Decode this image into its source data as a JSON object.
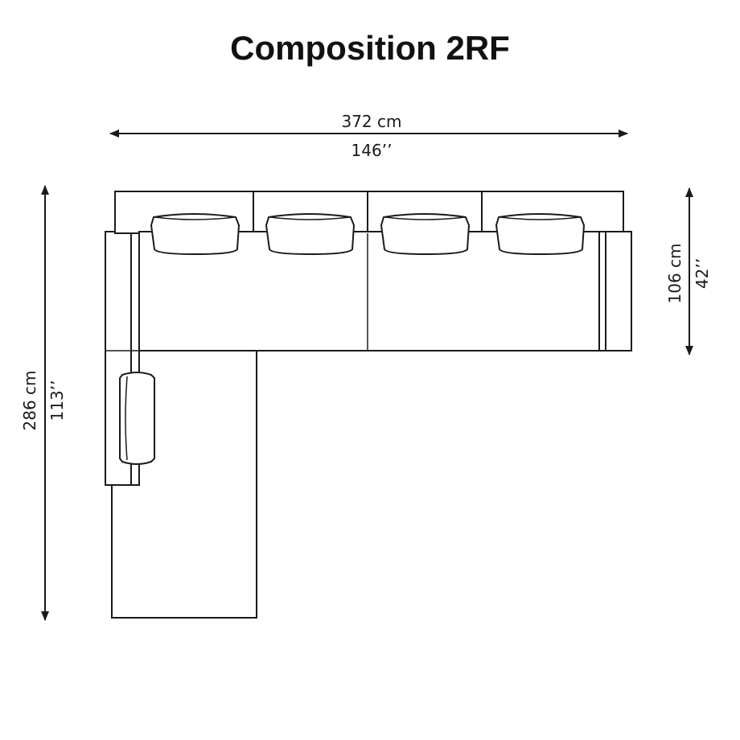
{
  "title": "Composition 2RF",
  "dimensions": {
    "width_cm": "372 cm",
    "width_in": "146’’",
    "depth_cm": "106 cm",
    "depth_in": "42’’",
    "length_cm": "286 cm",
    "length_in": "113’’"
  },
  "colors": {
    "line": "#1a1a1a",
    "background": "#ffffff"
  }
}
